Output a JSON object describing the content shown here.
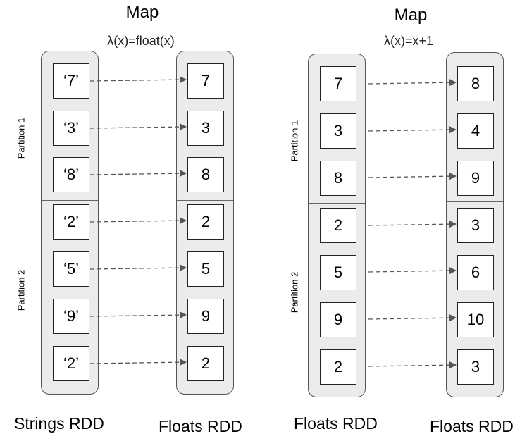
{
  "left": {
    "title": "Map",
    "function": "λ(x)=float(x)",
    "partition_labels": [
      "Partition 1",
      "Partition 2"
    ],
    "source_caption": "Strings RDD",
    "target_caption": "Floats RDD",
    "source_values": [
      "‘7’",
      "‘3’",
      "‘8’",
      "‘2’",
      "‘5’",
      "‘9’",
      "‘2’"
    ],
    "target_values": [
      "7",
      "3",
      "8",
      "2",
      "5",
      "9",
      "2"
    ]
  },
  "right": {
    "title": "Map",
    "function": "λ(x)=x+1",
    "partition_labels": [
      "Partition 1",
      "Partition 2"
    ],
    "source_caption": "Floats RDD",
    "target_caption": "Floats RDD",
    "source_values": [
      "7",
      "3",
      "8",
      "2",
      "5",
      "9",
      "2"
    ],
    "target_values": [
      "8",
      "4",
      "9",
      "3",
      "6",
      "10",
      "3"
    ]
  },
  "colors": {
    "container_fill": "#ebebeb",
    "arrow": "#555555"
  }
}
